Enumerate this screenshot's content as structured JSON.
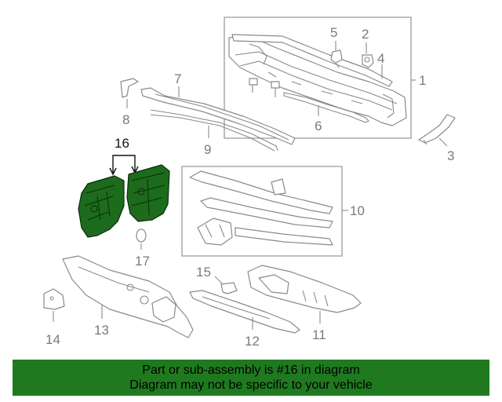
{
  "callouts": {
    "c1": "1",
    "c2": "2",
    "c3": "3",
    "c4": "4",
    "c5": "5",
    "c6": "6",
    "c7": "7",
    "c8": "8",
    "c9": "9",
    "c10": "10",
    "c11": "11",
    "c12": "12",
    "c13": "13",
    "c14": "14",
    "c15": "15",
    "c16": "16",
    "c17": "17"
  },
  "banner": {
    "line1": "Part or sub-assembly is #16 in diagram",
    "line2": "Diagram may not be specific to your vehicle"
  },
  "colors": {
    "highlight": "#1d6b1d",
    "banner_bg": "#1f7a1f",
    "line": "#8a8a8a"
  }
}
